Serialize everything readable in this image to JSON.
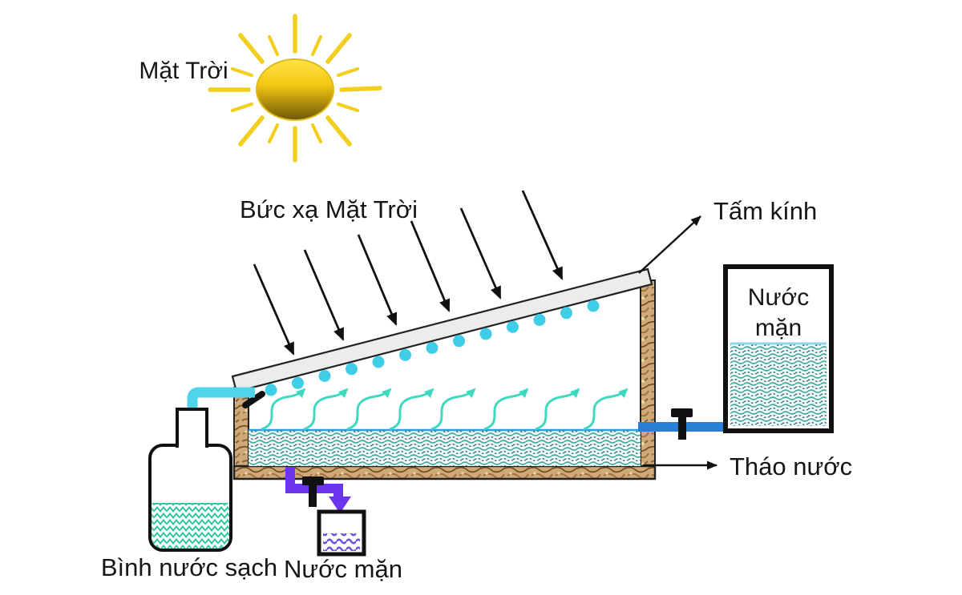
{
  "figure": {
    "type": "diagram",
    "subject": "solar still - solar water desalination schematic",
    "radiation_arrow_count": 6,
    "vapor_arrow_count": 8,
    "condensate_droplet_count": 13
  },
  "labels": {
    "sun": "Mặt Trời",
    "radiation": "Bức xạ Mặt Trời",
    "glass": "Tấm kính",
    "tank_line1": "Nước",
    "tank_line2": "mặn",
    "drain": "Tháo nước",
    "bottle": "Bình nước sạch",
    "cup": "Nước mặn"
  },
  "colors": {
    "sun_top": "#ffe34a",
    "sun_bottom": "#6c5806",
    "sun_ray": "#f2ce1e",
    "droplet": "#3fcde8",
    "vapor_arrow": "#3fd9c0",
    "water_wave": "#3fae9e",
    "water_wave_dark": "#2a6870",
    "water_surface": "#2b9fd8",
    "pipe_cyan": "#4fd4ea",
    "pipe_blue": "#2a7fd4",
    "pipe_purple": "#6a35ec",
    "cup_wave": "#6a4ce0",
    "wall_brown": "#cfa977",
    "wall_brown_dark": "#8a6437",
    "text": "#161616"
  }
}
